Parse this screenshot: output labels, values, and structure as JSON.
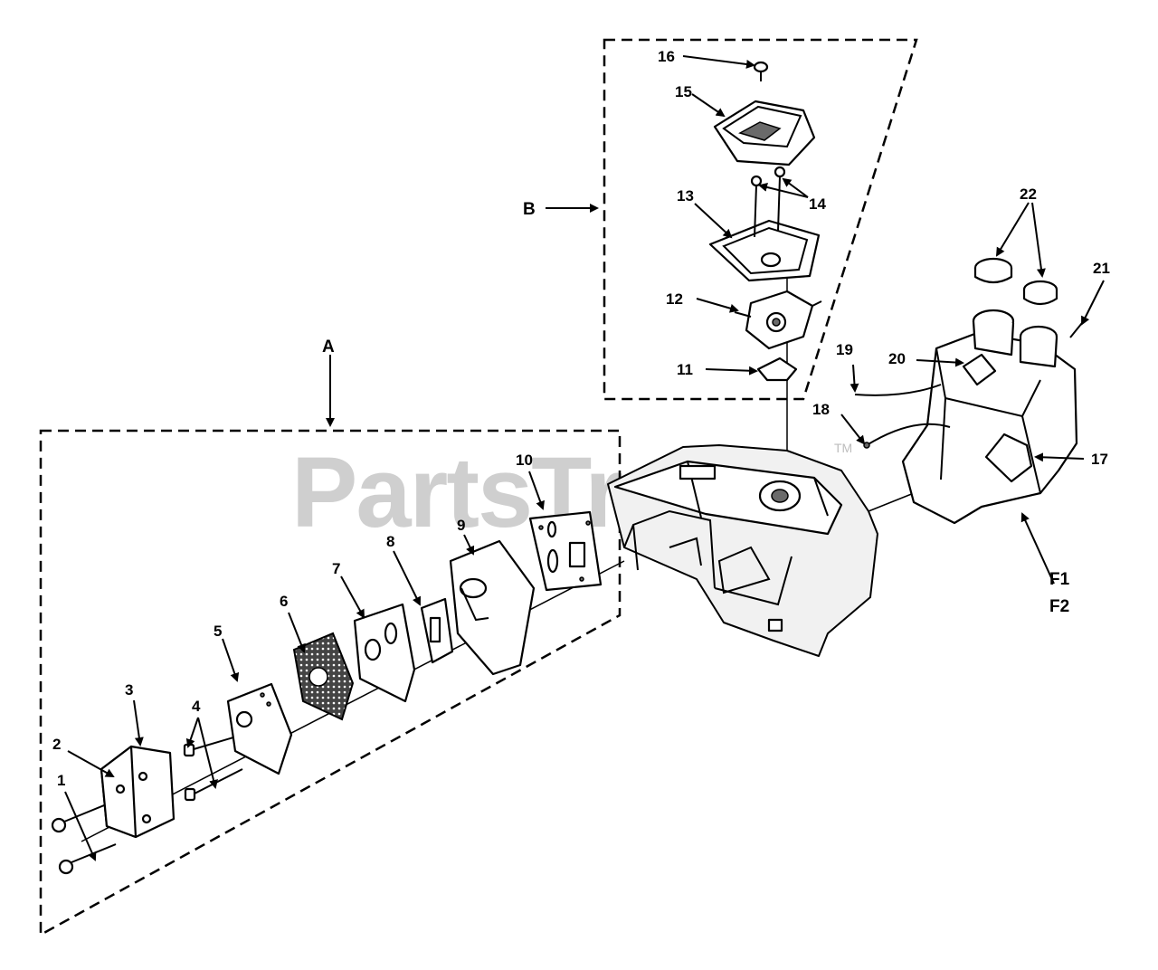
{
  "watermark": {
    "text": "PartsTree",
    "trademark": "TM"
  },
  "groups": [
    {
      "id": "A",
      "label": "A"
    },
    {
      "id": "B",
      "label": "B"
    }
  ],
  "callouts": {
    "c1": "1",
    "c2": "2",
    "c3": "3",
    "c4": "4",
    "c5": "5",
    "c6": "6",
    "c7": "7",
    "c8": "8",
    "c9": "9",
    "c10": "10",
    "c11": "11",
    "c12": "12",
    "c13": "13",
    "c14": "14",
    "c15": "15",
    "c16": "16",
    "c17": "17",
    "c18": "18",
    "c19": "19",
    "c20": "20",
    "c21": "21",
    "c22": "22"
  },
  "variants": [
    "F1",
    "F2"
  ]
}
